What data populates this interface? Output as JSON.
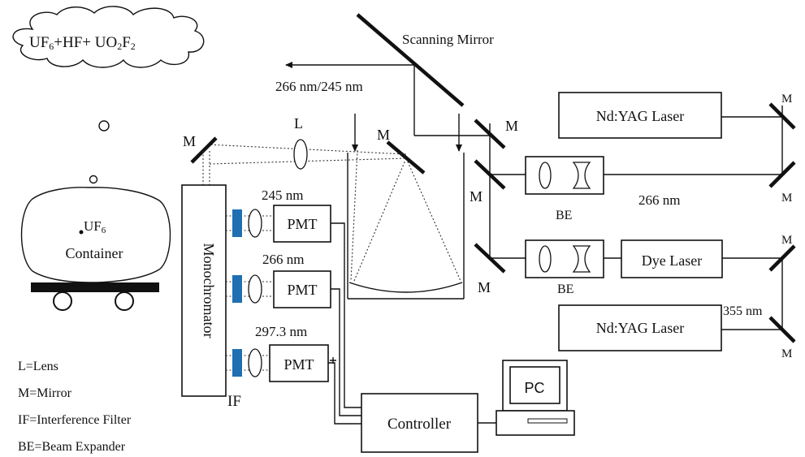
{
  "cloud_formula": {
    "part1": "UF",
    "sub1": "6",
    "part2": "+HF+ UO",
    "sub2": "2",
    "part3": "F",
    "sub3": "2"
  },
  "container": {
    "formula_main": "UF",
    "formula_sub": "6",
    "label": "Container"
  },
  "scanning_mirror_label": "Scanning Mirror",
  "output_wavelengths": "266 nm/245 nm",
  "lens_label": "L",
  "mirror_label": "M",
  "monochromator_label": "Monochromator",
  "filter_label": "IF",
  "pmts": [
    {
      "label": "PMT",
      "wavelength": "245 nm"
    },
    {
      "label": "PMT",
      "wavelength": "266 nm"
    },
    {
      "label": "PMT",
      "wavelength": "297.3  nm"
    }
  ],
  "controller_label": "Controller",
  "pc_label": "PC",
  "laser_top": "Nd:YAG Laser",
  "laser_bottom": "Nd:YAG Laser",
  "dye_laser": "Dye Laser",
  "beam_expander_label": "BE",
  "wavelength_266": "266 nm",
  "wavelength_355": "355 nm",
  "legend": [
    "L=Lens",
    "M=Mirror",
    "IF=Interference Filter",
    "BE=Beam Expander"
  ],
  "colors": {
    "filter_blue": "#1f6fb2",
    "line": "#111111"
  }
}
